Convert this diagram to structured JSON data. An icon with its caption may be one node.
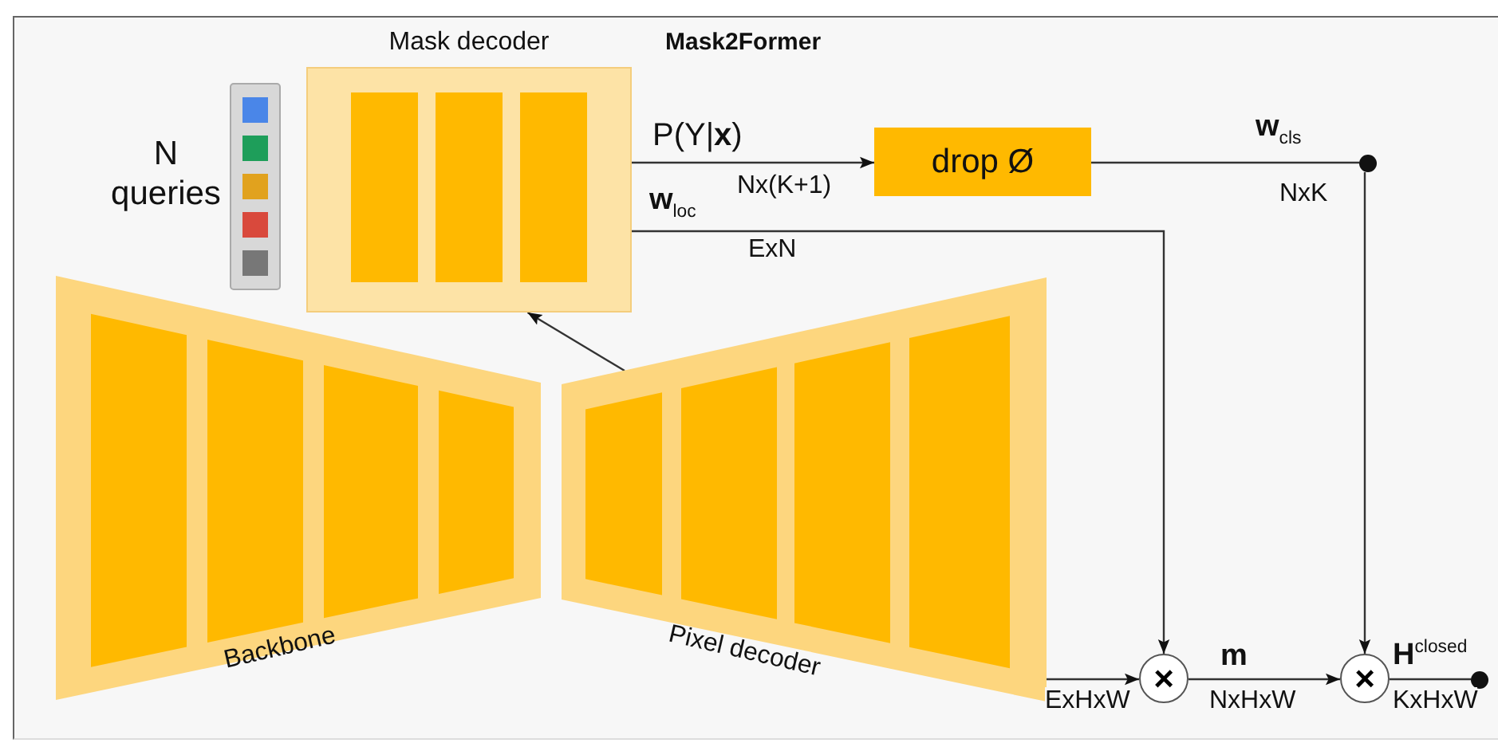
{
  "diagram": {
    "title": "Mask2Former",
    "nodes": [
      {
        "text": [
          "Mask decoder"
        ]
      },
      {
        "text": [
          "Backbone"
        ]
      },
      {
        "text": [
          "Pixel decoder"
        ]
      },
      {
        "text": [
          "drop Ø"
        ]
      },
      {
        "text": [
          "×"
        ]
      },
      {
        "text": [
          "×"
        ]
      },
      {
        "text": [],
        "shape": "circle"
      },
      {
        "text": [],
        "shape": "circle"
      }
    ],
    "edges": [
      {
        "from": 2,
        "to": 0,
        "arrow": "to"
      },
      {
        "from": 0,
        "to": 3,
        "arrow": "to",
        "label": "P(Y|**x**)"
      },
      {
        "from": 3,
        "to": 6,
        "arrow": "none",
        "label": "**w**$_{cls}$"
      },
      {
        "from": 6,
        "to": 5,
        "arrow": "to"
      },
      {
        "from": 0,
        "to": 4,
        "arrow": "to",
        "label": "**w**$_{loc}$"
      },
      {
        "from": 2,
        "to": 4,
        "arrow": "to"
      },
      {
        "from": 4,
        "to": 5,
        "arrow": "to",
        "label": "**m**"
      },
      {
        "from": 5,
        "to": 7,
        "arrow": "none",
        "label": "**H**$^{closed}$"
      }
    ],
    "labels": [
      "N queries",
      "Nx(K+1)",
      "NxK",
      "ExN",
      "ExHxW",
      "NxHxW",
      "KxHxW"
    ]
  }
}
